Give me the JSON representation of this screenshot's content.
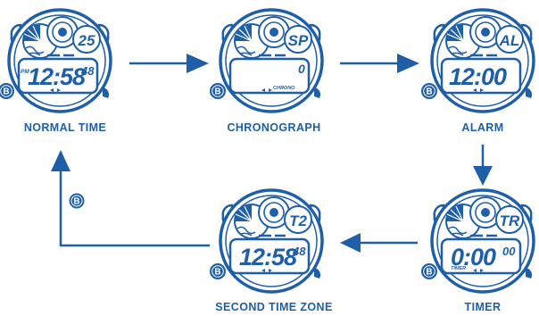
{
  "colors": {
    "primary": "#1f5fa8",
    "background": "#ffffff"
  },
  "button_label": "B",
  "modes": [
    {
      "id": "normal-time",
      "caption": "NORMAL TIME",
      "badge": "25",
      "main": "12:58",
      "seconds": "48",
      "am_pm": "PM",
      "sub": "",
      "icon": "world-map-icon"
    },
    {
      "id": "chronograph",
      "caption": "CHRONOGRAPH",
      "badge": "SP",
      "main": "",
      "seconds": "0",
      "am_pm": "",
      "sub": "CHRONO",
      "icon": "world-map-icon"
    },
    {
      "id": "alarm",
      "caption": "ALARM",
      "badge": "AL",
      "main": "12:00",
      "seconds": "",
      "am_pm": "",
      "sub": "",
      "icon": "world-map-icon"
    },
    {
      "id": "timer",
      "caption": "TIMER",
      "badge": "TR",
      "main": "0:00",
      "seconds": "00",
      "am_pm": "",
      "sub": "TIMER",
      "icon": "world-map-icon"
    },
    {
      "id": "second-time-zone",
      "caption": "SECOND TIME ZONE",
      "badge": "T2",
      "main": "12:58",
      "seconds": "48",
      "am_pm": "",
      "sub": "",
      "icon": "world-map-icon"
    }
  ]
}
